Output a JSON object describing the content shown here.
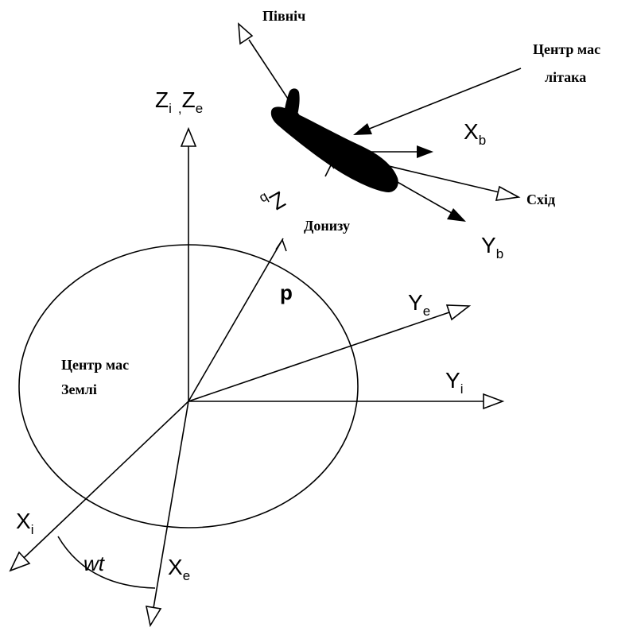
{
  "labels": {
    "north": "Північ",
    "east": "Схід",
    "down": "Донизу",
    "aircraft_cm_line1": "Центр мас",
    "aircraft_cm_line2": "літака",
    "earth_cm_line1": "Центр мас",
    "earth_cm_line2": "Землі",
    "p": "p",
    "wt": "wt"
  },
  "axes": {
    "zi_ze": {
      "main1": "Z",
      "sub1": "i",
      "sep": ",",
      "main2": "Z",
      "sub2": "e"
    },
    "ye": {
      "main": "Y",
      "sub": "e"
    },
    "yi": {
      "main": "Y",
      "sub": "i"
    },
    "xi": {
      "main": "X",
      "sub": "i"
    },
    "xe": {
      "main": "X",
      "sub": "e"
    },
    "xb": {
      "main": "X",
      "sub": "b"
    },
    "yb": {
      "main": "Y",
      "sub": "b"
    },
    "zb": {
      "main": "Z",
      "sub": "b"
    }
  },
  "colors": {
    "ink": "#000000",
    "background": "#ffffff"
  }
}
